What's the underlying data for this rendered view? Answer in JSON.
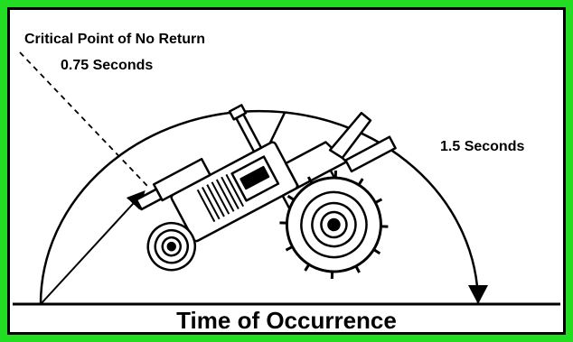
{
  "labels": {
    "critical_point": "Critical Point of No Return",
    "critical_time": "0.75 Seconds",
    "total_time": "1.5 Seconds",
    "caption": "Time of Occurrence"
  },
  "colors": {
    "frame": "#22dd22",
    "ink": "#000000",
    "background": "#ffffff"
  }
}
